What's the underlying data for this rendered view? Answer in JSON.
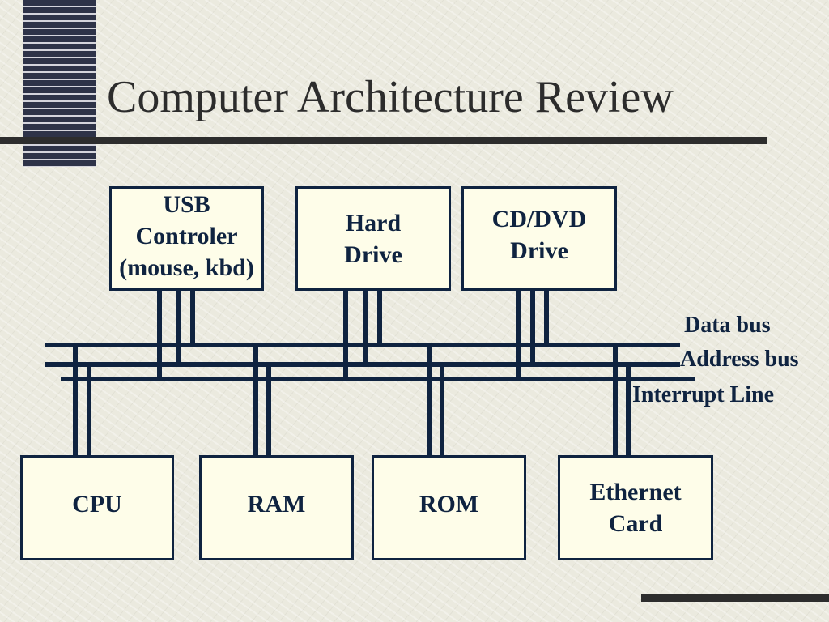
{
  "title": "Computer Architecture Review",
  "components": {
    "usb": "USB\nControler\n(mouse, kbd)",
    "hard_drive": "Hard\nDrive",
    "cd_dvd": "CD/DVD\nDrive",
    "cpu": "CPU",
    "ram": "RAM",
    "rom": "ROM",
    "ethernet": "Ethernet\nCard"
  },
  "buses": {
    "data_bus": "Data bus",
    "address_bus": "Address bus",
    "interrupt_line": "Interrupt Line"
  },
  "colors": {
    "line": "#0f2340",
    "box_fill": "#fefde9",
    "title": "#2c2c2c"
  }
}
